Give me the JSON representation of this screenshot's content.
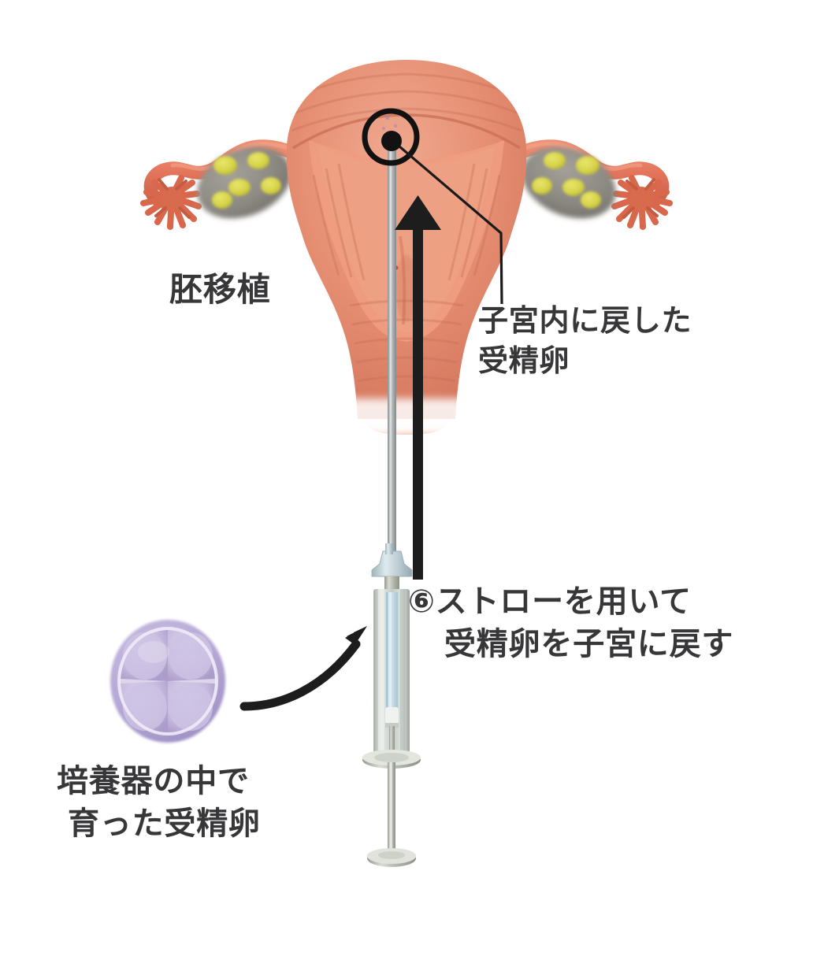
{
  "figure": {
    "title": "胚移植",
    "background_color": "#ffffff",
    "text_color": "#37373a"
  },
  "labels": {
    "embryo_transfer": "胚移植",
    "returned_egg_line1": "子宮内に戻した",
    "returned_egg_line2": "受精卵",
    "step_six_line1": "⑥ストローを用いて",
    "step_six_line2": "受精卵を子宮に戻す",
    "incubator_egg_line1": "培養器の中で",
    "incubator_egg_line2": "育った受精卵"
  },
  "anatomy": {
    "uterus_name": "子宮",
    "uterus_color": "#e08d72",
    "uterus_shadow_color": "#c9705a",
    "uterus_highlight_color": "#eda890",
    "fallopian_tube_name": "卵管",
    "fallopian_tube_color": "#e2765a",
    "fimbriae_name": "卵管采",
    "ovary_name": "卵巣",
    "ovary_color": "#8d8a84",
    "follicle_name": "卵胞",
    "follicle_color": "#d8d54a",
    "cervix_name": "子宮頸部",
    "vagina_name": "腟"
  },
  "instruments": {
    "catheter_name": "ストロー（カテーテル）",
    "catheter_color": "#a8a8a8",
    "syringe_name": "シリンジ",
    "syringe_body_color": "#ccd6d6",
    "syringe_liquid_color": "#b9d2dc",
    "syringe_metal_color": "#b9bcb4",
    "plunger_name": "プランジャー"
  },
  "embryo": {
    "name": "受精卵（4細胞期胚）",
    "zona_color": "#b0a3cf",
    "cell_color": "#c3b6dd",
    "cell_count": 4
  },
  "markers": {
    "highlight_circle_name": "受精卵の位置を示す丸印",
    "highlight_circle_color": "#111111",
    "embryo_dot_color": "#121212",
    "leader_line_color": "#1a1a1a",
    "up_arrow_name": "注入方向を示す矢印",
    "up_arrow_color": "#1d1d1d",
    "curved_arrow_name": "受精卵をストローに入れる矢印",
    "curved_arrow_color": "#1d1d1d"
  }
}
